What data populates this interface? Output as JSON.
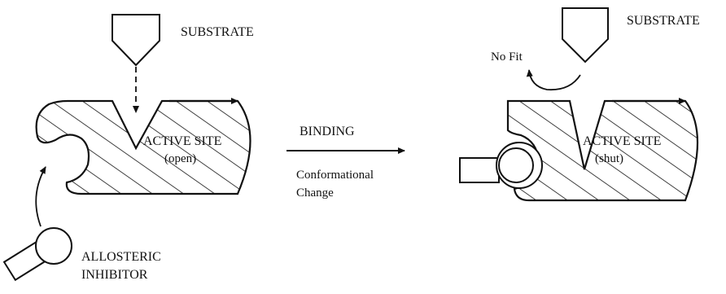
{
  "labels": {
    "substrate_left": "SUBSTRATE",
    "substrate_right": "SUBSTRATE",
    "no_fit": "No Fit",
    "active_site_left": "ACTIVE SITE",
    "active_site_left_state": "(open)",
    "active_site_right": "ACTIVE SITE",
    "active_site_right_state": "(shut)",
    "binding": "BINDING",
    "conformational": "Conformational",
    "change": "Change",
    "allosteric": "ALLOSTERIC",
    "inhibitor": "INHIBITOR"
  },
  "colors": {
    "ink": "#111111",
    "background": "#ffffff"
  }
}
